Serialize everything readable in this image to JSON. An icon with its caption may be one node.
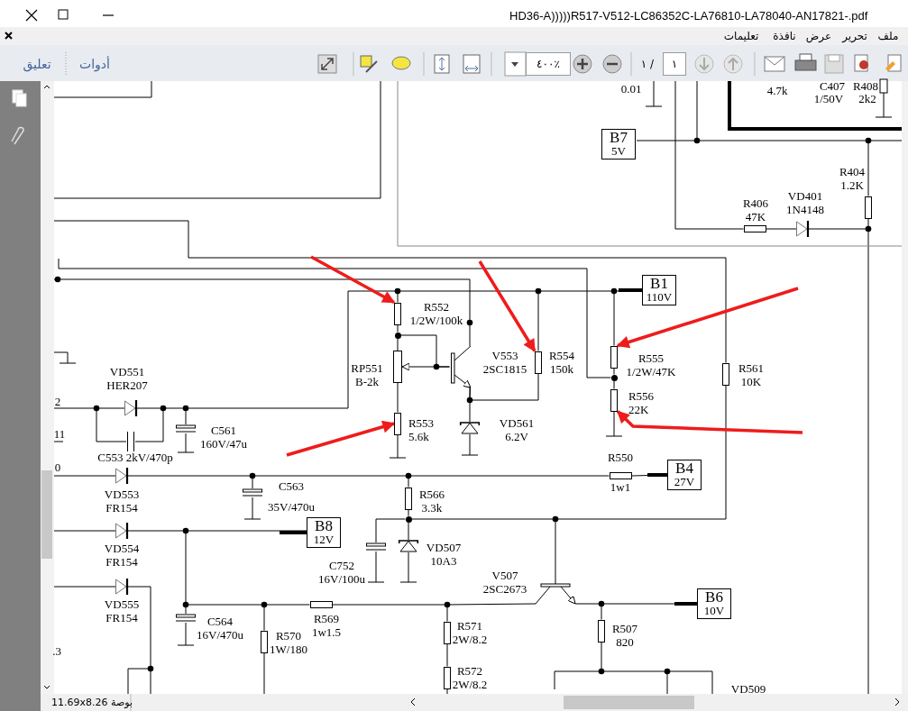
{
  "diagram": {
    "nodes": [
      {
        "text": [
          "B7",
          "5V"
        ]
      },
      {
        "text": [
          "R406",
          "47K"
        ]
      },
      {
        "text": [
          "VD401",
          "1N4148"
        ]
      },
      {
        "text": [
          "R404",
          "1.2K"
        ]
      },
      {
        "text": [
          "B1",
          "110V"
        ]
      },
      {
        "text": [
          "R552",
          "1/2W/100k"
        ]
      },
      {
        "text": [
          "RP551",
          "B-2k"
        ]
      },
      {
        "text": [
          "V553",
          "2SC1815"
        ]
      },
      {
        "text": [
          "R554",
          "150k"
        ]
      },
      {
        "text": [
          "R555",
          "1/2W/47K"
        ]
      },
      {
        "text": [
          "R561",
          "10K"
        ]
      },
      {
        "text": [
          "VD551",
          "HER207"
        ]
      },
      {
        "text": [
          "R556",
          "22K"
        ]
      },
      {
        "text": [
          "C561",
          "160V/47u"
        ]
      },
      {
        "text": [
          "R553",
          "5.6k"
        ]
      },
      {
        "text": [
          "VD561",
          "6.2V"
        ]
      },
      {
        "text": [
          "C553 2kV/470p"
        ]
      },
      {
        "text": [
          "R550",
          "1w1"
        ]
      },
      {
        "text": [
          "B4",
          "27V"
        ]
      },
      {
        "text": [
          "VD553",
          "FR154"
        ]
      },
      {
        "text": [
          "C563",
          "35V/470u"
        ]
      },
      {
        "text": [
          "R566",
          "3.3k"
        ]
      },
      {
        "text": [
          "VD554",
          "FR154"
        ]
      },
      {
        "text": [
          "B8",
          "12V"
        ]
      },
      {
        "text": [
          "C752",
          "16V/100u"
        ]
      },
      {
        "text": [
          "VD507",
          "10A3"
        ]
      },
      {
        "text": [
          "VD555",
          "FR154"
        ]
      },
      {
        "text": [
          "V507",
          "2SC2673"
        ]
      },
      {
        "text": [
          "B6",
          "10V"
        ]
      },
      {
        "text": [
          "C564",
          "16V/470u"
        ]
      },
      {
        "text": [
          "R569",
          "1w1.5"
        ]
      },
      {
        "text": [
          "R570",
          "1W/180"
        ]
      },
      {
        "text": [
          "R571",
          "2W/8.2"
        ]
      },
      {
        "text": [
          "R507",
          "820"
        ]
      },
      {
        "text": [
          "R572",
          "2W/8.2"
        ]
      },
      {
        "text": [],
        "shape": "circle"
      },
      {
        "text": [],
        "shape": "circle"
      },
      {
        "text": [],
        "shape": "circle"
      }
    ],
    "edges": [
      {
        "from": 1,
        "to": 2,
        "arrow": "none"
      },
      {
        "from": 6,
        "to": 14,
        "arrow": "none"
      },
      {
        "from": 17,
        "to": 18,
        "arrow": "none"
      },
      {
        "from": 32,
        "to": 34,
        "arrow": "none"
      },
      {
        "from": 5,
        "to": 35,
        "arrow": "none"
      },
      {
        "from": 35,
        "to": 6,
        "arrow": "none"
      },
      {
        "from": 9,
        "to": 36,
        "arrow": "none"
      },
      {
        "from": 36,
        "to": 12,
        "arrow": "none"
      },
      {
        "from": 21,
        "to": 37,
        "arrow": "none"
      },
      {
        "from": 37,
        "to": 25,
        "arrow": "none"
      },
      {
        "from": null,
        "to": 5,
        "arrow": "to",
        "style": "thick",
        "color": "#ee1c1c"
      },
      {
        "from": null,
        "to": 8,
        "arrow": "to",
        "style": "thick",
        "color": "#ee1c1c"
      },
      {
        "from": null,
        "to": 9,
        "arrow": "to",
        "style": "thick",
        "color": "#ee1c1c"
      },
      {
        "from": null,
        "to": 12,
        "arrow": "to",
        "style": "thick",
        "color": "#ee1c1c"
      },
      {
        "from": null,
        "to": 14,
        "arrow": "to",
        "style": "thick",
        "color": "#ee1c1c"
      },
      {
        "from": 7,
        "to": 6,
        "arrow": "to"
      },
      {
        "from": 35,
        "to": 7,
        "arrow": "none"
      }
    ],
    "labels": [
      "HD36-A)))))R517-V512-LC86352C-LA76810-LA78040-AN17821-.pdf",
      "ملف",
      "تحرير",
      "عرض",
      "نافذة",
      "تعليمات",
      "أدوات",
      "تعليق",
      "٤٠٠٪",
      "١",
      "١ /",
      "0.01",
      "4.7k",
      "C407",
      "1/50V",
      "R408",
      "2k2",
      "2",
      "11",
      "0",
      ".3",
      "VD509",
      "11.69x8.26 بوصة"
    ]
  }
}
